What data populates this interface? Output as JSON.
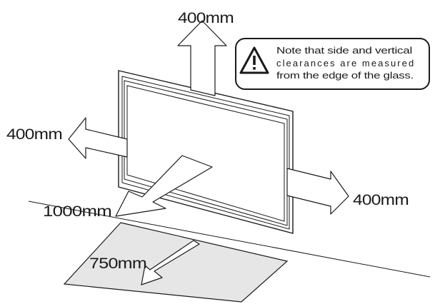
{
  "diagram": {
    "clearance_top": "400mm",
    "clearance_left": "400mm",
    "clearance_right": "400mm",
    "clearance_front": "1000mm",
    "hearth_depth": "750mm",
    "note": {
      "line1": "Note that side and vertical",
      "line2": "clearances are measured",
      "line3": "from the edge of the glass."
    },
    "colors": {
      "line": "#1a1a1a",
      "arrow_fill": "#ffffff",
      "floor_fill": "#e6e6e6"
    },
    "icons": [
      "warning-icon"
    ]
  }
}
